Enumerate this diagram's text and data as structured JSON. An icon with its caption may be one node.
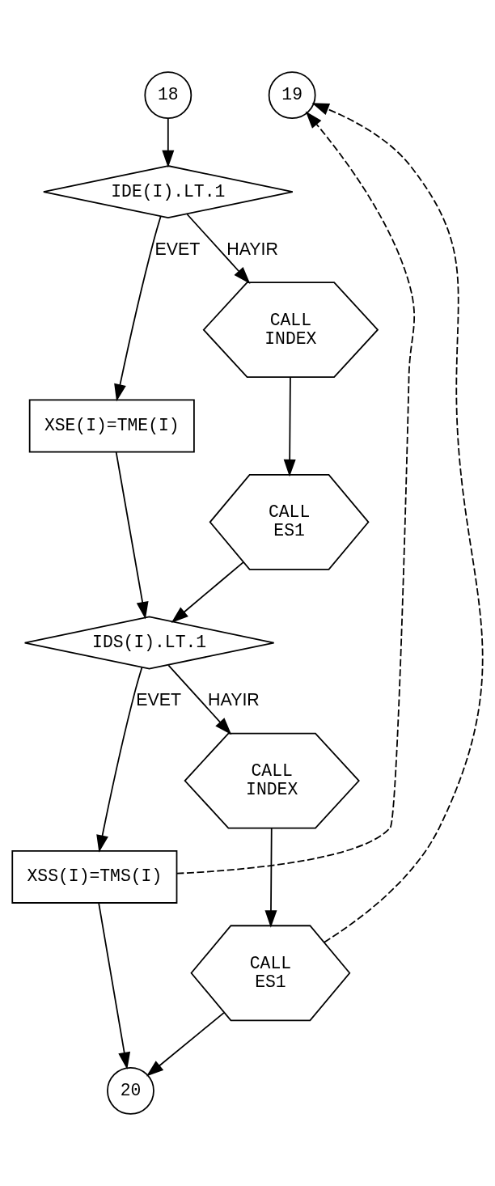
{
  "diagram": {
    "nodes": [
      {
        "text": [
          "18"
        ]
      },
      {
        "text": [
          "19"
        ]
      },
      {
        "text": [
          "IDE(I).LT.1"
        ]
      },
      {
        "text": [
          "XSE(I)=TME(I)"
        ]
      },
      {
        "text": [
          "CALL",
          "INDEX"
        ]
      },
      {
        "text": [
          "CALL",
          "ES1"
        ]
      },
      {
        "text": [
          "IDS(I).LT.1"
        ]
      },
      {
        "text": [
          "XSS(I)=TMS(I)"
        ]
      },
      {
        "text": [
          "CALL",
          "INDEX"
        ]
      },
      {
        "text": [
          "CALL",
          "ES1"
        ]
      },
      {
        "text": [
          "20"
        ]
      }
    ],
    "edges": [
      {
        "from": 0,
        "to": 2,
        "arrow": "to"
      },
      {
        "from": 2,
        "to": 3,
        "arrow": "to",
        "label": "EVET"
      },
      {
        "from": 2,
        "to": 4,
        "arrow": "to",
        "label": "HAYIR"
      },
      {
        "from": 4,
        "to": 5,
        "arrow": "to"
      },
      {
        "from": 3,
        "to": 6,
        "arrow": "to"
      },
      {
        "from": 5,
        "to": 6,
        "arrow": "to"
      },
      {
        "from": 6,
        "to": 7,
        "arrow": "to",
        "label": "EVET"
      },
      {
        "from": 6,
        "to": 8,
        "arrow": "to",
        "label": "HAYIR"
      },
      {
        "from": 8,
        "to": 9,
        "arrow": "to"
      },
      {
        "from": 7,
        "to": 10,
        "arrow": "to"
      },
      {
        "from": 9,
        "to": 10,
        "arrow": "to"
      },
      {
        "from": 7,
        "to": 1,
        "arrow": "to",
        "style": "dashed"
      },
      {
        "from": 9,
        "to": 1,
        "arrow": "to",
        "style": "dashed"
      }
    ]
  }
}
